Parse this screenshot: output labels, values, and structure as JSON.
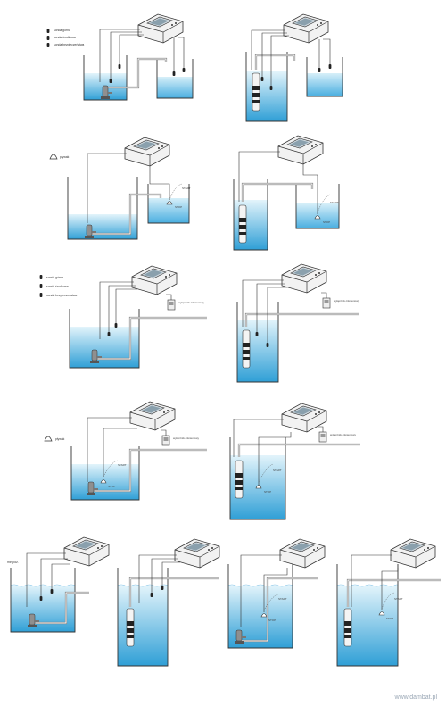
{
  "legend_probes": {
    "top": "sonda górna",
    "middle": "sonda środkowa",
    "bottom": "sonda bezpieczeństwa"
  },
  "legend_float": "pływak",
  "switch_label": "wyłącznik ciśnieniowy",
  "float_start": "START",
  "float_stop": "STOP",
  "minimal_level": "min.poz.",
  "footer": "www.dambat.pl",
  "colors": {
    "water_top": "#c9e9f7",
    "water_bottom": "#2f9fd6",
    "line": "#333333"
  }
}
